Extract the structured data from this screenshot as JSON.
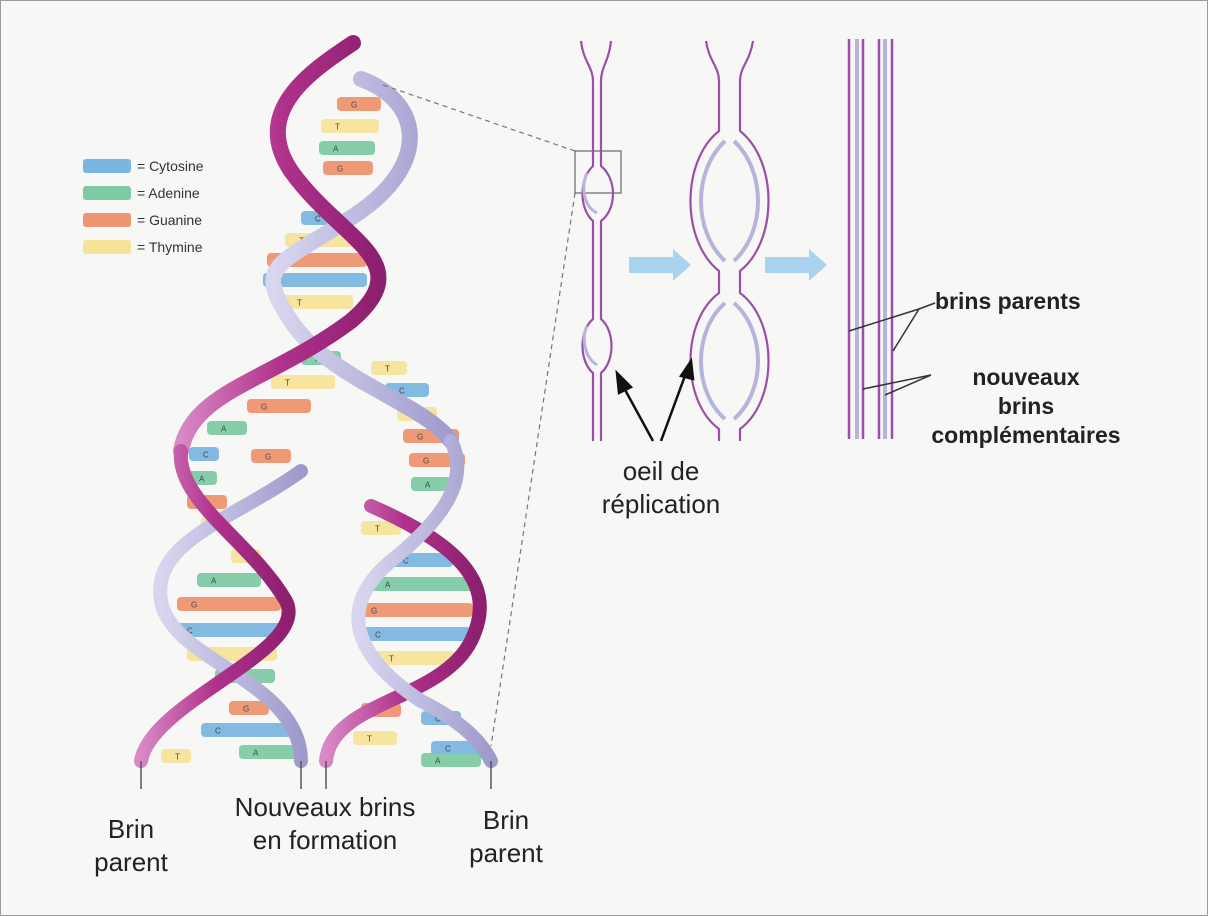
{
  "legend": [
    {
      "label": "= Cytosine",
      "color": "#7bb6e0"
    },
    {
      "label": "= Adenine",
      "color": "#7fcaa4"
    },
    {
      "label": "= Guanine",
      "color": "#ee9470"
    },
    {
      "label": "= Thymine",
      "color": "#f6e39a"
    }
  ],
  "labels": {
    "brin_parent_left_1": "Brin",
    "brin_parent_left_2": "parent",
    "nouveaux_brins_1": "Nouveaux brins",
    "nouveaux_brins_2": "en formation",
    "brin_parent_right_1": "Brin",
    "brin_parent_right_2": "parent",
    "oeil_1": "oeil de",
    "oeil_2": "réplication",
    "brins_parents": "brins parents",
    "nouveaux_compl_1": "nouveaux",
    "nouveaux_compl_2": "brins",
    "nouveaux_compl_3": "complémentaires"
  },
  "base_letters": {
    "C": "C",
    "A": "A",
    "G": "G",
    "T": "T"
  },
  "colors": {
    "strand_magenta": "#b0328c",
    "strand_lavender": "#b7b4dc",
    "arrow_blue": "#a9d3ef",
    "line_purple": "#9b4fa8"
  }
}
